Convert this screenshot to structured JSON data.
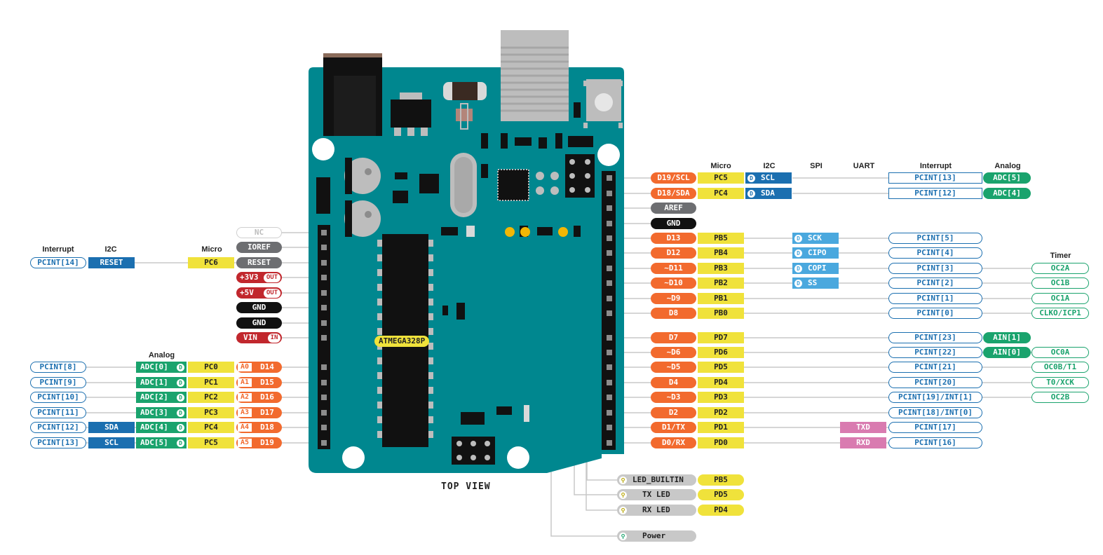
{
  "headers": {
    "interrupt": "Interrupt",
    "i2c": "I2C",
    "micro": "Micro",
    "spi": "SPI",
    "uart": "UART",
    "analog": "Analog",
    "timer": "Timer"
  },
  "chip": "ATMEGA328P",
  "view_label": "TOP VIEW",
  "badges": {
    "out": "OUT",
    "in": "IN",
    "d": "D",
    "bulb": "⚲"
  },
  "colors": {
    "board": "#00878f",
    "orange": "#f26a2e",
    "yellow": "#f0e23b",
    "blue": "#1b6fb0",
    "lightblue": "#4aa8de",
    "green": "#1aa36d",
    "pink": "#d97bb0",
    "gray": "#6d6e71",
    "red": "#c1272d",
    "black": "#111111",
    "lightgray": "#c8c8c8"
  },
  "left_power": [
    {
      "label": "NC"
    },
    {
      "label": "IOREF"
    },
    {
      "label": "RESET"
    },
    {
      "label": "+3V3"
    },
    {
      "label": "+5V"
    },
    {
      "label": "GND"
    },
    {
      "label": "GND"
    },
    {
      "label": "VIN"
    }
  ],
  "left_reset_row": {
    "interrupt": "PCINT[14]",
    "i2c": "RESET",
    "micro": "PC6"
  },
  "left_analog": [
    {
      "pcint": "PCINT[8]",
      "i2c": "",
      "adc": "ADC[0]",
      "port": "PC0",
      "a": "A0",
      "d": "D14"
    },
    {
      "pcint": "PCINT[9]",
      "i2c": "",
      "adc": "ADC[1]",
      "port": "PC1",
      "a": "A1",
      "d": "D15"
    },
    {
      "pcint": "PCINT[10]",
      "i2c": "",
      "adc": "ADC[2]",
      "port": "PC2",
      "a": "A2",
      "d": "D16"
    },
    {
      "pcint": "PCINT[11]",
      "i2c": "",
      "adc": "ADC[3]",
      "port": "PC3",
      "a": "A3",
      "d": "D17"
    },
    {
      "pcint": "PCINT[12]",
      "i2c": "SDA",
      "adc": "ADC[4]",
      "port": "PC4",
      "a": "A4",
      "d": "D18"
    },
    {
      "pcint": "PCINT[13]",
      "i2c": "SCL",
      "adc": "ADC[5]",
      "port": "PC5",
      "a": "A5",
      "d": "D19"
    }
  ],
  "right_top": [
    {
      "pin": "D19/SCL",
      "port": "PC5",
      "i2c": "SCL",
      "pcint": "PCINT[13]",
      "analog": "ADC[5]"
    },
    {
      "pin": "D18/SDA",
      "port": "PC4",
      "i2c": "SDA",
      "pcint": "PCINT[12]",
      "analog": "ADC[4]"
    }
  ],
  "right_aref": "AREF",
  "right_gnd": "GND",
  "right_d": [
    {
      "pin": "D13",
      "port": "PB5",
      "spi": "SCK",
      "uart": "",
      "pcint": "PCINT[5]",
      "analog": "",
      "timer": ""
    },
    {
      "pin": "D12",
      "port": "PB4",
      "spi": "CIPO",
      "uart": "",
      "pcint": "PCINT[4]",
      "analog": "",
      "timer": ""
    },
    {
      "pin": "~D11",
      "port": "PB3",
      "spi": "COPI",
      "uart": "",
      "pcint": "PCINT[3]",
      "analog": "",
      "timer": "OC2A"
    },
    {
      "pin": "~D10",
      "port": "PB2",
      "spi": "SS",
      "uart": "",
      "pcint": "PCINT[2]",
      "analog": "",
      "timer": "OC1B"
    },
    {
      "pin": "~D9",
      "port": "PB1",
      "spi": "",
      "uart": "",
      "pcint": "PCINT[1]",
      "analog": "",
      "timer": "OC1A"
    },
    {
      "pin": "D8",
      "port": "PB0",
      "spi": "",
      "uart": "",
      "pcint": "PCINT[0]",
      "analog": "",
      "timer": "CLKO/ICP1"
    },
    {
      "pin": "D7",
      "port": "PD7",
      "spi": "",
      "uart": "",
      "pcint": "PCINT[23]",
      "analog": "AIN[1]",
      "timer": ""
    },
    {
      "pin": "~D6",
      "port": "PD6",
      "spi": "",
      "uart": "",
      "pcint": "PCINT[22]",
      "analog": "AIN[0]",
      "timer": "OC0A"
    },
    {
      "pin": "~D5",
      "port": "PD5",
      "spi": "",
      "uart": "",
      "pcint": "PCINT[21]",
      "analog": "",
      "timer": "OC0B/T1"
    },
    {
      "pin": "D4",
      "port": "PD4",
      "spi": "",
      "uart": "",
      "pcint": "PCINT[20]",
      "analog": "",
      "timer": "T0/XCK"
    },
    {
      "pin": "~D3",
      "port": "PD3",
      "spi": "",
      "uart": "",
      "pcint": "PCINT[19]/INT[1]",
      "analog": "",
      "timer": "OC2B"
    },
    {
      "pin": "D2",
      "port": "PD2",
      "spi": "",
      "uart": "",
      "pcint": "PCINT[18]/INT[0]",
      "analog": "",
      "timer": ""
    },
    {
      "pin": "D1/TX",
      "port": "PD1",
      "spi": "",
      "uart": "TXD",
      "pcint": "PCINT[17]",
      "analog": "",
      "timer": ""
    },
    {
      "pin": "D0/RX",
      "port": "PD0",
      "spi": "",
      "uart": "RXD",
      "pcint": "PCINT[16]",
      "analog": "",
      "timer": ""
    }
  ],
  "leds": [
    {
      "label": "LED_BUILTIN",
      "port": "PB5"
    },
    {
      "label": "TX LED",
      "port": "PD5"
    },
    {
      "label": "RX LED",
      "port": "PD4"
    },
    {
      "label": "Power",
      "port": ""
    }
  ]
}
